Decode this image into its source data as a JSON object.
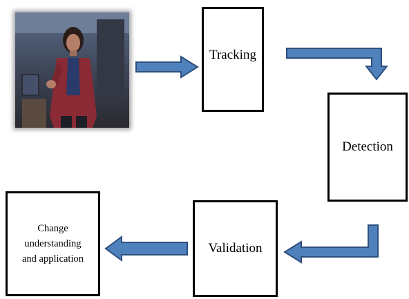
{
  "image": {
    "description_icon": "person-photo"
  },
  "boxes": {
    "tracking": "Tracking",
    "detection": "Detection",
    "validation": "Validation",
    "change": "Change\nunderstanding\nand application"
  },
  "colors": {
    "arrow_fill": "#4f81bd",
    "arrow_stroke": "#2c4f7c",
    "box_border": "#000000"
  }
}
